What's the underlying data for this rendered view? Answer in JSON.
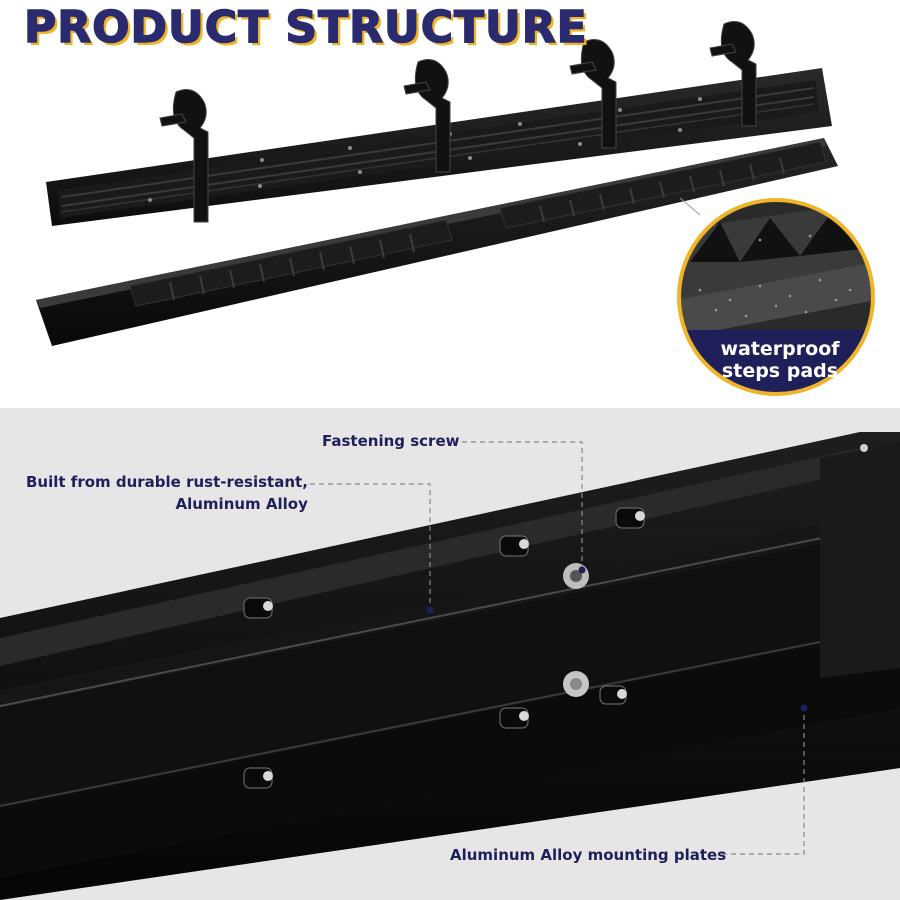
{
  "title": "PRODUCT STRUCTURE",
  "zoom_inset": {
    "line1": "waterproof",
    "line2": "steps pads"
  },
  "callouts": {
    "fastening_screw": "Fastening screw",
    "material_line1": "Built from durable rust-resistant,",
    "material_line2": "Aluminum Alloy",
    "mounting_plates": "Aluminum Alloy mounting plates"
  },
  "colors": {
    "title_fill": "#2a2a6e",
    "title_shadow": "#f0b429",
    "inset_ring": "#f0b429",
    "inset_label_bg": "#1f1f5a",
    "callout_text": "#1f1f5a",
    "product_black": "#161616"
  }
}
